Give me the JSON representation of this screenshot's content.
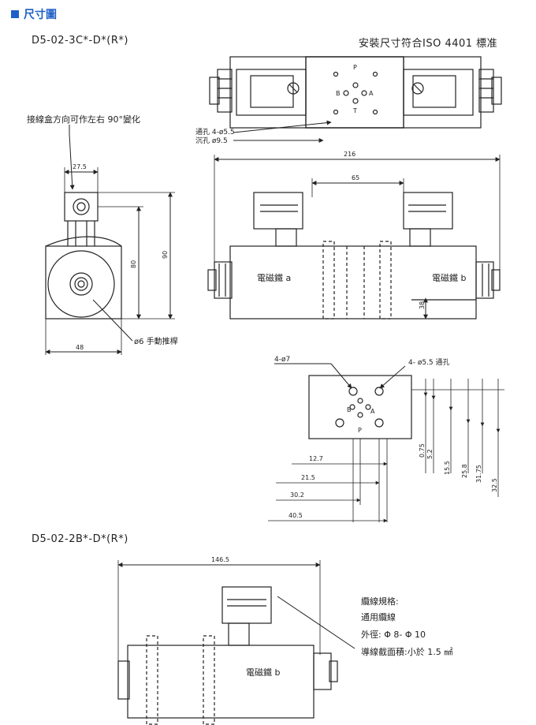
{
  "section_title": "尺寸圖",
  "model_1": "D5-02-3C*-D*(R*)",
  "model_2": "D5-02-2B*-D*(R*)",
  "iso_note": "安裝尺寸符合ISO 4401 標准",
  "junction_note": "接線盒方向可作左右 90°變化",
  "manual_pin": "ø6 手動推桿",
  "thru_hole": "通孔 4-ø5.5",
  "counterbore": "沉孔 ø9.5",
  "solenoid_a": "電磁鐵 a",
  "solenoid_b": "電磁鐵 b",
  "ports": {
    "P": "P",
    "T": "T",
    "A": "A",
    "B": "B"
  },
  "holes_4_7": "4-ø7",
  "holes_4_55": "4- ø5.5 通孔",
  "dims": {
    "d27_5": "27.5",
    "d80": "80",
    "d90": "90",
    "d48": "48",
    "d216": "216",
    "d65": "65",
    "d38": "38",
    "d12_7": "12.7",
    "d21_5": "21.5",
    "d30_2": "30.2",
    "d40_5": "40.5",
    "d0_75": "0.75",
    "d5_2": "5.2",
    "d15_5": "15.5",
    "d25_8": "25.8",
    "d31_75": "31.75",
    "d32_5": "32.5",
    "d146_5": "146.5"
  },
  "cable": {
    "title": "纜線規格:",
    "type": "通用纜線",
    "od": "外徑: Φ 8- Φ 10",
    "cross": "導線截面積:小於 1.5 ㎟"
  }
}
